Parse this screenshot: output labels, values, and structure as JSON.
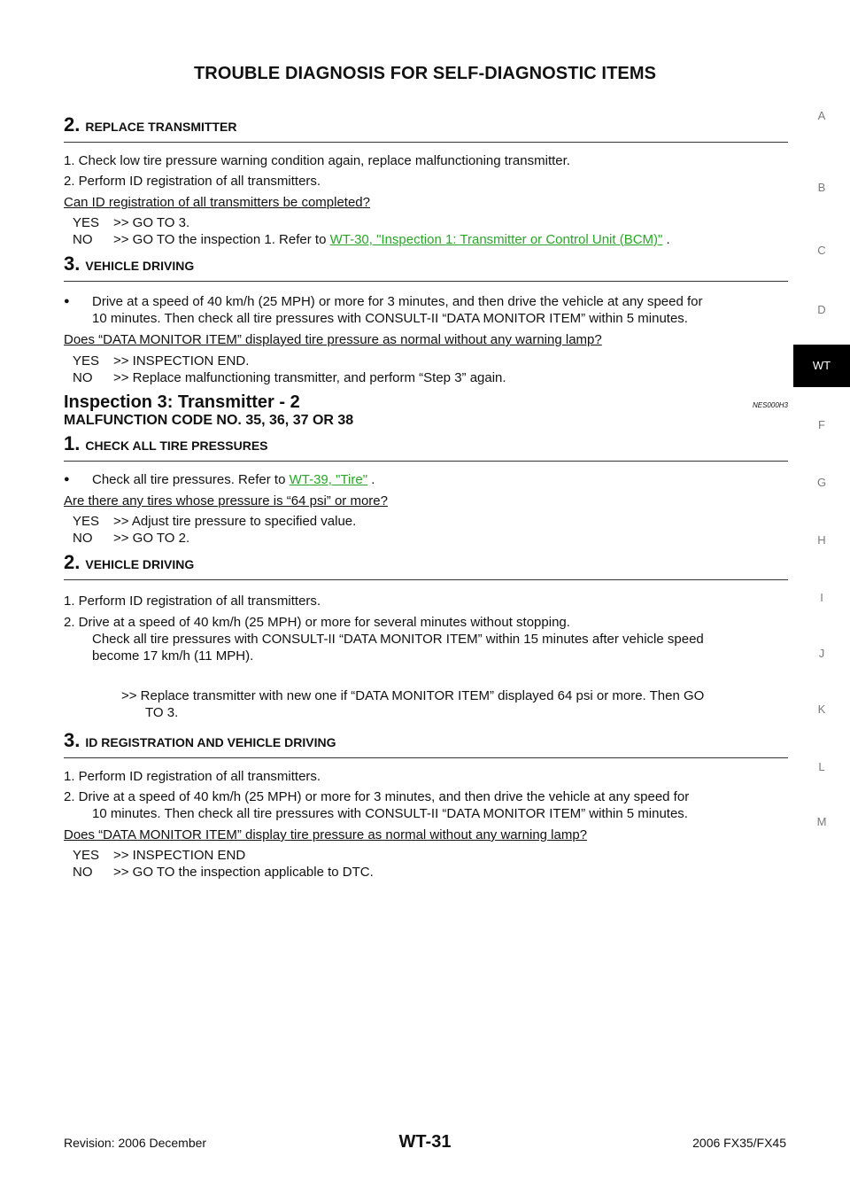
{
  "header": {
    "title": "TROUBLE DIAGNOSIS FOR SELF-DIAGNOSTIC ITEMS"
  },
  "side_index": [
    "A",
    "B",
    "C",
    "D",
    "WT",
    "F",
    "G",
    "H",
    "I",
    "J",
    "K",
    "L",
    "M"
  ],
  "side_index_active": "WT",
  "colors": {
    "link": "#2aa52a",
    "active_tab_bg": "#000000"
  },
  "step_a": {
    "num": "2.",
    "title": "REPLACE TRANSMITTER",
    "item1": "1. Check low tire pressure warning condition again, replace malfunctioning transmitter.",
    "item2": "2. Perform ID registration of all transmitters.",
    "question": "Can ID registration of all transmitters be completed?",
    "yes_key": "YES",
    "yes_text": ">> GO TO 3.",
    "no_key": "NO",
    "no_text": ">> GO TO the inspection 1. Refer to",
    "no_link": "WT-30, \"Inspection 1: Transmitter or Control Unit (BCM)\"",
    "no_tail": " ."
  },
  "step_b": {
    "num": "3.",
    "title": "VEHICLE DRIVING",
    "bullet_icon": "●",
    "bullet_line1": "Drive at a speed of 40 km/h (25 MPH) or more for 3 minutes, and then drive the vehicle at any speed for",
    "bullet_line2": "10 minutes. Then check all tire pressures with CONSULT-II “DATA MONITOR ITEM” within 5 minutes.",
    "question": "Does “DATA MONITOR ITEM” displayed tire pressure as normal without any warning lamp?",
    "yes_key": "YES",
    "yes_text": ">> INSPECTION END.",
    "no_key": "NO",
    "no_text": ">> Replace malfunctioning transmitter, and perform “Step 3” again."
  },
  "section": {
    "title": "Inspection 3: Transmitter - 2",
    "code": "NES000H3",
    "subtitle": "MALFUNCTION CODE NO. 35, 36, 37 OR 38"
  },
  "step_c": {
    "num": "1.",
    "title": "CHECK ALL TIRE PRESSURES",
    "bullet_icon": "●",
    "bullet_text": "Check all tire pressures. Refer to",
    "bullet_link": "WT-39, \"Tire\"",
    "bullet_tail": " .",
    "question": "Are there any tires whose pressure is “64 psi” or more?",
    "yes_key": "YES",
    "yes_text": ">> Adjust tire pressure to specified value.",
    "no_key": "NO",
    "no_text": ">> GO TO 2."
  },
  "step_d": {
    "num": "2.",
    "title": "VEHICLE DRIVING",
    "item1": "1. Perform ID registration of all transmitters.",
    "item2_line1": "2. Drive at a speed of 40 km/h (25 MPH) or more for several minutes without stopping.",
    "item2_line2": "Check all tire pressures with CONSULT-II “DATA MONITOR ITEM” within 15 minutes after vehicle speed",
    "item2_line3": "become 17 km/h (11 MPH).",
    "result_line1": ">> Replace transmitter with new one if “DATA MONITOR ITEM” displayed 64 psi or more. Then GO",
    "result_line2": "TO 3."
  },
  "step_e": {
    "num": "3.",
    "title": "ID REGISTRATION AND VEHICLE DRIVING",
    "item1": "1. Perform ID registration of all transmitters.",
    "item2_line1": "2. Drive at a speed of 40 km/h (25 MPH) or more for 3 minutes, and then drive the vehicle at any speed for",
    "item2_line2": "10 minutes. Then check all tire pressures with CONSULT-II “DATA MONITOR ITEM” within 5 minutes.",
    "question": "Does “DATA MONITOR ITEM” display tire pressure as normal without any warning lamp?",
    "yes_key": "YES",
    "yes_text": ">> INSPECTION END",
    "no_key": "NO",
    "no_text": ">> GO TO the inspection applicable to DTC."
  },
  "footer": {
    "revision": "Revision: 2006 December",
    "page": "WT-31",
    "model": "2006 FX35/FX45"
  }
}
